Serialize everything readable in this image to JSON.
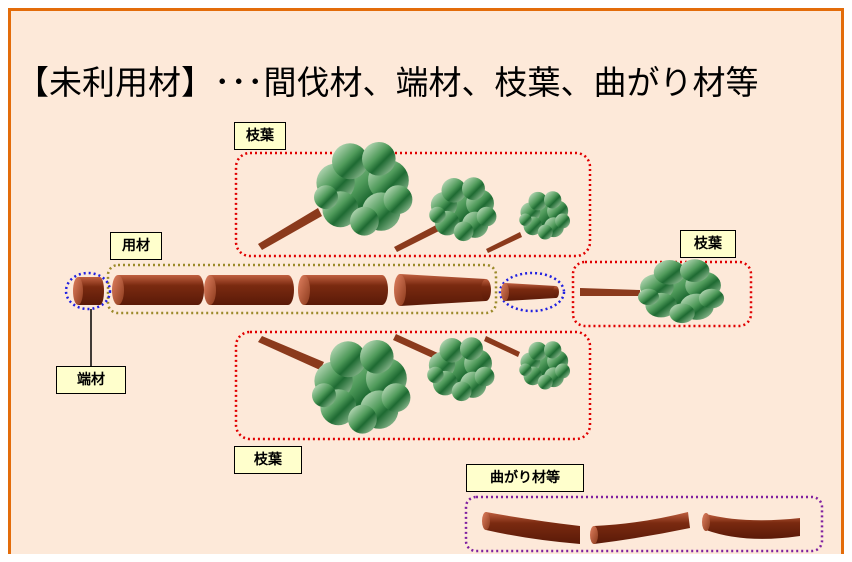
{
  "title": "【未利用材】･･･間伐材、端材、枝葉、曲がり材等",
  "labels": {
    "branches_top": "枝葉",
    "usable_timber": "用材",
    "branches_right": "枝葉",
    "offcut": "端材",
    "branches_bottom": "枝葉",
    "curved_timber": "曲がり材等"
  },
  "colors": {
    "frame": "#e36c0a",
    "background": "#fde9d9",
    "label_fill": "#ffffcc",
    "log": "#8b3a1c",
    "foliage": "#4f9a5a",
    "red_group": "#e00000",
    "blue_group": "#2020e0",
    "olive_group": "#9b8a2a",
    "purple_group": "#8020a0"
  }
}
